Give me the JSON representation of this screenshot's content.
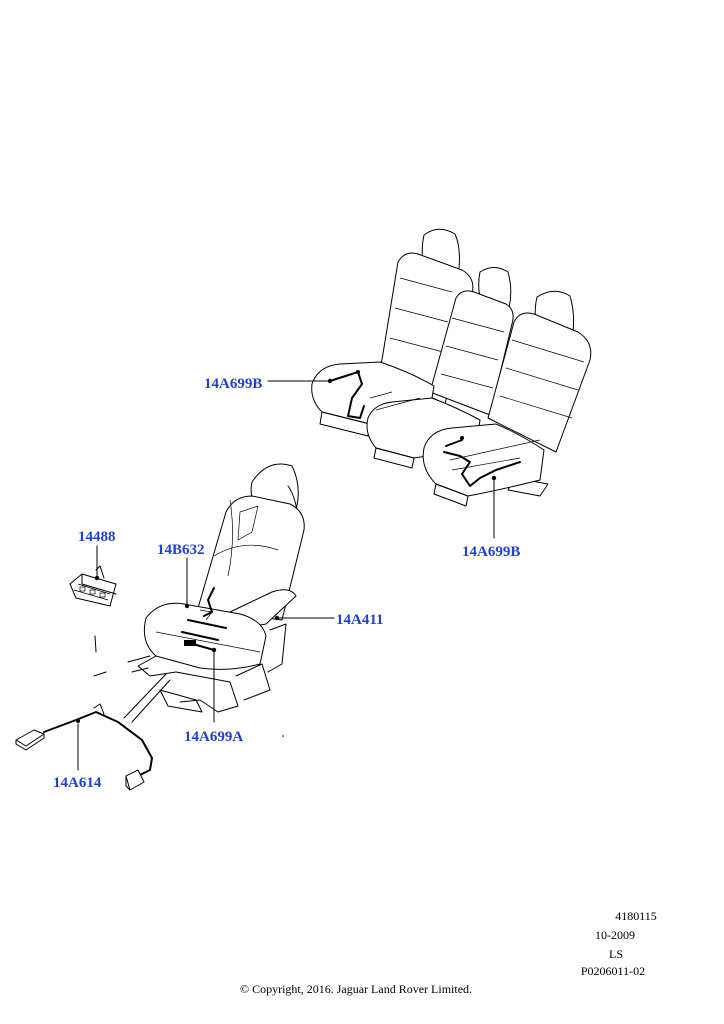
{
  "callouts": {
    "rear_left_harness": "14A699B",
    "rear_right_harness": "14A699B",
    "module": "14488",
    "backrest_harness": "14B632",
    "cushion_harness": "14A411",
    "front_harness": "14A699A",
    "jumper_lead": "14A614"
  },
  "footer": {
    "ref_number": "4180115",
    "date": "10-2009",
    "code": "LS",
    "part_ref": "P0206011-02",
    "copyright": "© Copyright, 2016. Jaguar Land Rover Limited."
  }
}
